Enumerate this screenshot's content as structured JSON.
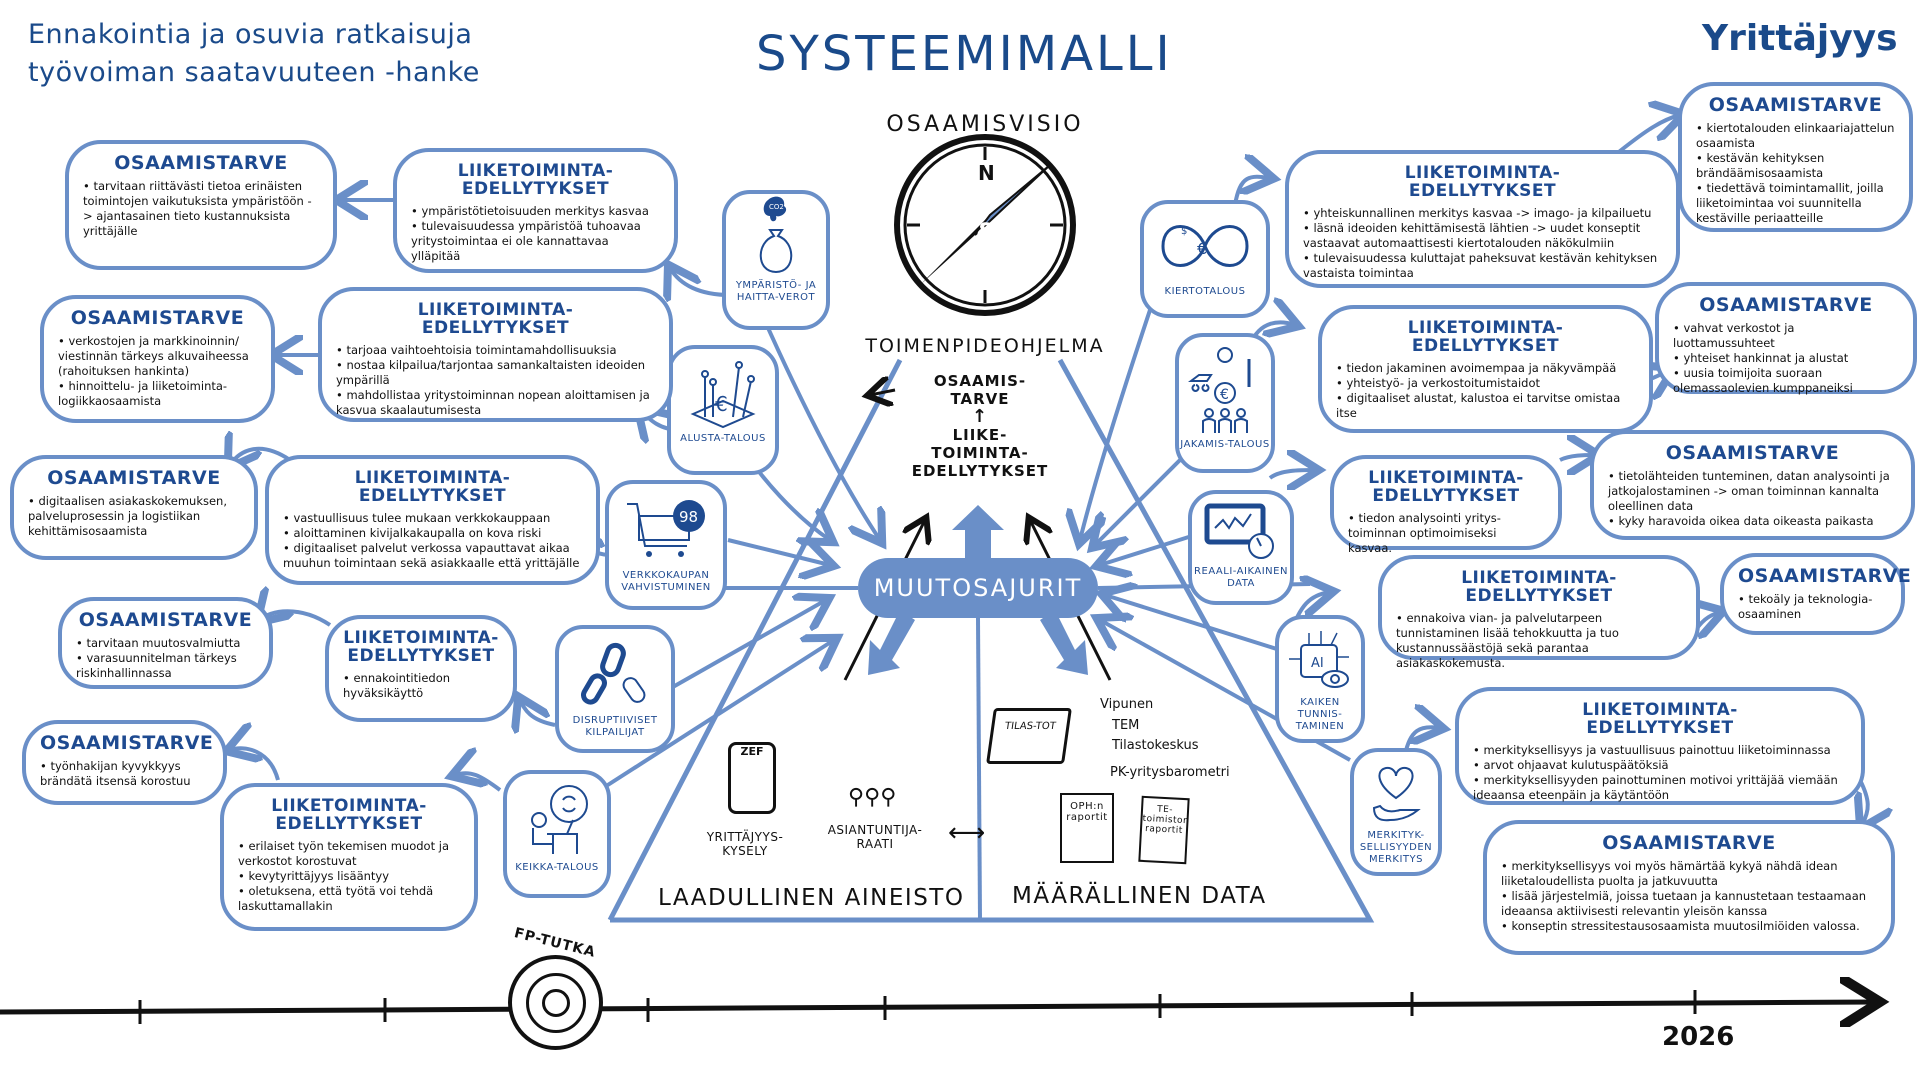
{
  "header": {
    "project_title_line1": "Ennakointia ja osuvia ratkaisuja",
    "project_title_line2": "työvoiman saatavuuteen -hanke",
    "main_title": "SYSTEEMIMALLI",
    "theme": "Yrittäjyys"
  },
  "colors": {
    "accent": "#6a8fc8",
    "title": "#1a4a8a",
    "heading": "#1e4a90",
    "ink": "#111111"
  },
  "center": {
    "vision_top": "OSAAMISVISIO",
    "vision_bottom": "TOIMENPIDEOHJELMA",
    "compass_north": "N",
    "compass_symbol": "&",
    "stack_top": "OSAAMIS-TARVE",
    "stack_arrow": "↑",
    "stack_bottom": "LIIKE-TOIMINTA-EDELLYTYKSET",
    "drivers_label": "MUUTOSAJURIT",
    "qualitative_label": "LAADULLINEN AINEISTO",
    "quantitative_label": "MÄÄRÄLLINEN DATA",
    "survey_app": "ZEF",
    "survey_label": "YRITTÄJYYS-KYSELY",
    "panel_label": "ASIANTUNTIJA-RAATI",
    "laptop_label": "TILAS-TOT",
    "stat_sources": [
      "Vipunen",
      "TEM",
      "Tilastokeskus",
      "PK-yritysbarometri"
    ],
    "report_oph": "OPH:n raportit",
    "report_te": "TE-toimiston raportit"
  },
  "timeline": {
    "radar_label": "FP-TUTKA",
    "end_year": "2026"
  },
  "labels": {
    "osaamistarve": "OSAAMISTARVE",
    "liiketoiminta_l1": "LIIKETOIMINTA-",
    "liiketoiminta_l2": "EDELLYTYKSET"
  },
  "drivers": [
    {
      "id": "ymparisto",
      "label": "YMPÄRISTÖ- JA HAITTA-VEROT",
      "icon": "co2-money-bag-icon",
      "badge": "CO2"
    },
    {
      "id": "alusta",
      "label": "ALUSTA-TALOUS",
      "icon": "platform-network-euro-icon"
    },
    {
      "id": "verkkokauppa",
      "label": "VERKKOKAUPAN VAHVISTUMINEN",
      "icon": "shopping-cart-icon",
      "badge": "98"
    },
    {
      "id": "disruptiiviset",
      "label": "DISRUPTIIVISET KILPAILIJAT",
      "icon": "broken-chain-icon"
    },
    {
      "id": "keikka",
      "label": "KEIKKA-TALOUS",
      "icon": "gig-worker-clock-icon"
    },
    {
      "id": "kierto",
      "label": "KIERTOTALOUS",
      "icon": "circular-economy-infinity-icon"
    },
    {
      "id": "jakamis",
      "label": "JAKAMIS-TALOUS",
      "icon": "sharing-economy-icon"
    },
    {
      "id": "reaali",
      "label": "REAALI-AIKAINEN DATA",
      "icon": "realtime-data-tablet-icon"
    },
    {
      "id": "kaiken",
      "label": "KAIKEN TUNNIS-TAMINEN",
      "icon": "ai-eye-icon",
      "badge": "AI"
    },
    {
      "id": "merkitys",
      "label": "MERKITYK-SELLISYYDEN MERKITYS",
      "icon": "heart-in-hand-icon"
    }
  ],
  "left": [
    {
      "edellytykset": [
        "ympäristötietoisuuden merkitys kasvaa",
        "tulevaisuudessa ympäristöä tuhoavaa yritystoimintaa ei ole kannattavaa ylläpitää"
      ],
      "osaamistarve": [
        "tarvitaan riittävästi tietoa erinäisten toimintojen vaikutuksista ympäristöön -> ajantasainen tieto kustannuksista yrittäjälle"
      ]
    },
    {
      "edellytykset": [
        "tarjoaa vaihtoehtoisia toimintamahdollisuuksia",
        "nostaa kilpailua/tarjontaa samankaltaisten ideoiden ympärillä",
        "mahdollistaa yritystoiminnan nopean aloittamisen ja kasvua skaalautumisesta"
      ],
      "osaamistarve": [
        "verkostojen ja markkinoinnin/ viestinnän tärkeys alkuvaiheessa (rahoituksen hankinta)",
        "hinnoittelu- ja liiketoiminta-logiikkaosaamista"
      ]
    },
    {
      "edellytykset": [
        "vastuullisuus tulee mukaan verkkokauppaan",
        "aloittaminen kivijalkakaupalla on kova riski",
        "digitaaliset palvelut verkossa vapauttavat aikaa muuhun toimintaan sekä asiakkaalle että yrittäjälle"
      ],
      "osaamistarve": [
        "digitaalisen asiakaskokemuksen, palveluprosessin ja logistiikan kehittämisosaamista"
      ]
    },
    {
      "edellytykset": [
        "ennakointitiedon hyväksikäyttö"
      ],
      "osaamistarve": [
        "tarvitaan muutosvalmiutta",
        "varasuunnitelman tärkeys riskinhallinnassa"
      ]
    },
    {
      "edellytykset": [
        "erilaiset työn tekemisen muodot ja verkostot korostuvat",
        "kevytyrittäjyys lisääntyy",
        "oletuksena, että työtä voi tehdä laskuttamallakin"
      ],
      "osaamistarve": [
        "työnhakijan kyvykkyys brändätä itsensä korostuu"
      ]
    }
  ],
  "right": [
    {
      "edellytykset": [
        "yhteiskunnallinen merkitys kasvaa -> imago- ja kilpailuetu",
        "läsnä ideoiden kehittämisestä lähtien -> uudet konseptit vastaavat automaattisesti kiertotalouden näkökulmiin",
        "tulevaisuudessa kuluttajat paheksuvat kestävän kehityksen vastaista toimintaa"
      ],
      "osaamistarve": [
        "kiertotalouden elinkaariajattelun osaamista",
        "kestävän kehityksen brändäämisosaamista",
        "tiedettävä toimintamallit, joilla liiketoimintaa voi suunnitella kestäville periaatteille"
      ]
    },
    {
      "edellytykset": [
        "tiedon jakaminen avoimempaa ja näkyvämpää",
        "yhteistyö- ja verkostoitumistaidot",
        "digitaaliset alustat, kalustoa ei tarvitse omistaa itse"
      ],
      "osaamistarve": [
        "vahvat verkostot ja luottamussuhteet",
        "yhteiset hankinnat ja alustat",
        "uusia toimijoita suoraan olemassaolevien kumppaneiksi"
      ]
    },
    {
      "edellytykset": [
        "tiedon analysointi yritys-toiminnan optimoimiseksi kasvaa."
      ],
      "osaamistarve": [
        "tietolähteiden tunteminen, datan analysointi ja jatkojalostaminen -> oman toiminnan kannalta oleellinen data",
        "kyky haravoida oikea data oikeasta paikasta"
      ]
    },
    {
      "edellytykset": [
        "ennakoiva vian- ja palvelutarpeen tunnistaminen lisää tehokkuutta ja tuo kustannussäästöjä sekä parantaa asiakaskokemusta."
      ],
      "osaamistarve": [
        "tekoäly ja teknologia-osaaminen"
      ]
    },
    {
      "edellytykset": [
        "merkityksellisyys ja vastuullisuus painottuu liiketoiminnassa",
        "arvot ohjaavat kulutuspäätöksiä",
        "merkityksellisyyden painottuminen motivoi yrittäjää viemään ideaansa eteenpäin ja käytäntöön"
      ],
      "osaamistarve": [
        "merkityksellisyys voi myös hämärtää kykyä nähdä idean liiketaloudellista puolta ja jatkuvuutta",
        "lisää järjestelmiä, joissa tuetaan ja kannustetaan testaamaan ideaansa aktiivisesti relevantin yleisön kanssa",
        "konseptin stressitestausosaamista muutosilmiöiden valossa."
      ]
    }
  ]
}
